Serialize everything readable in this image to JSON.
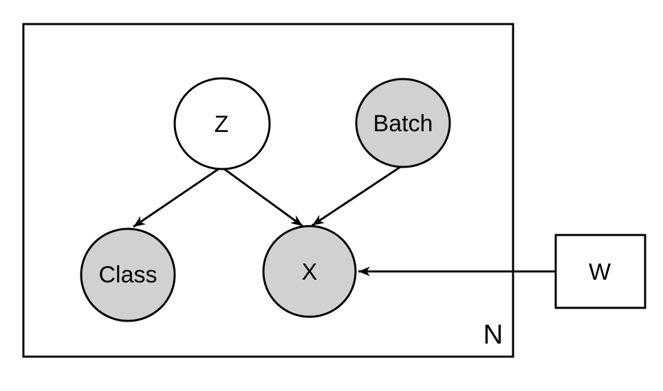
{
  "diagram": {
    "type": "graphical-model-plate-notation",
    "plate": {
      "label": "N"
    },
    "nodes": [
      {
        "id": "Z",
        "label": "Z",
        "shape": "circle",
        "shaded": false,
        "fill": "#ffffff"
      },
      {
        "id": "Batch",
        "label": "Batch",
        "shape": "circle",
        "shaded": true,
        "fill": "#d1d1d1"
      },
      {
        "id": "Class",
        "label": "Class",
        "shape": "circle",
        "shaded": true,
        "fill": "#d1d1d1"
      },
      {
        "id": "X",
        "label": "X",
        "shape": "circle",
        "shaded": true,
        "fill": "#d1d1d1"
      },
      {
        "id": "W",
        "label": "W",
        "shape": "square",
        "shaded": false,
        "fill": "#ffffff"
      }
    ],
    "edges": [
      {
        "from": "Z",
        "to": "Class"
      },
      {
        "from": "Z",
        "to": "X"
      },
      {
        "from": "Batch",
        "to": "X"
      },
      {
        "from": "W",
        "to": "X"
      }
    ],
    "colors": {
      "stroke": "#000000",
      "shaded_fill": "#d1d1d1",
      "unshaded_fill": "#ffffff",
      "background": "#ffffff"
    }
  }
}
